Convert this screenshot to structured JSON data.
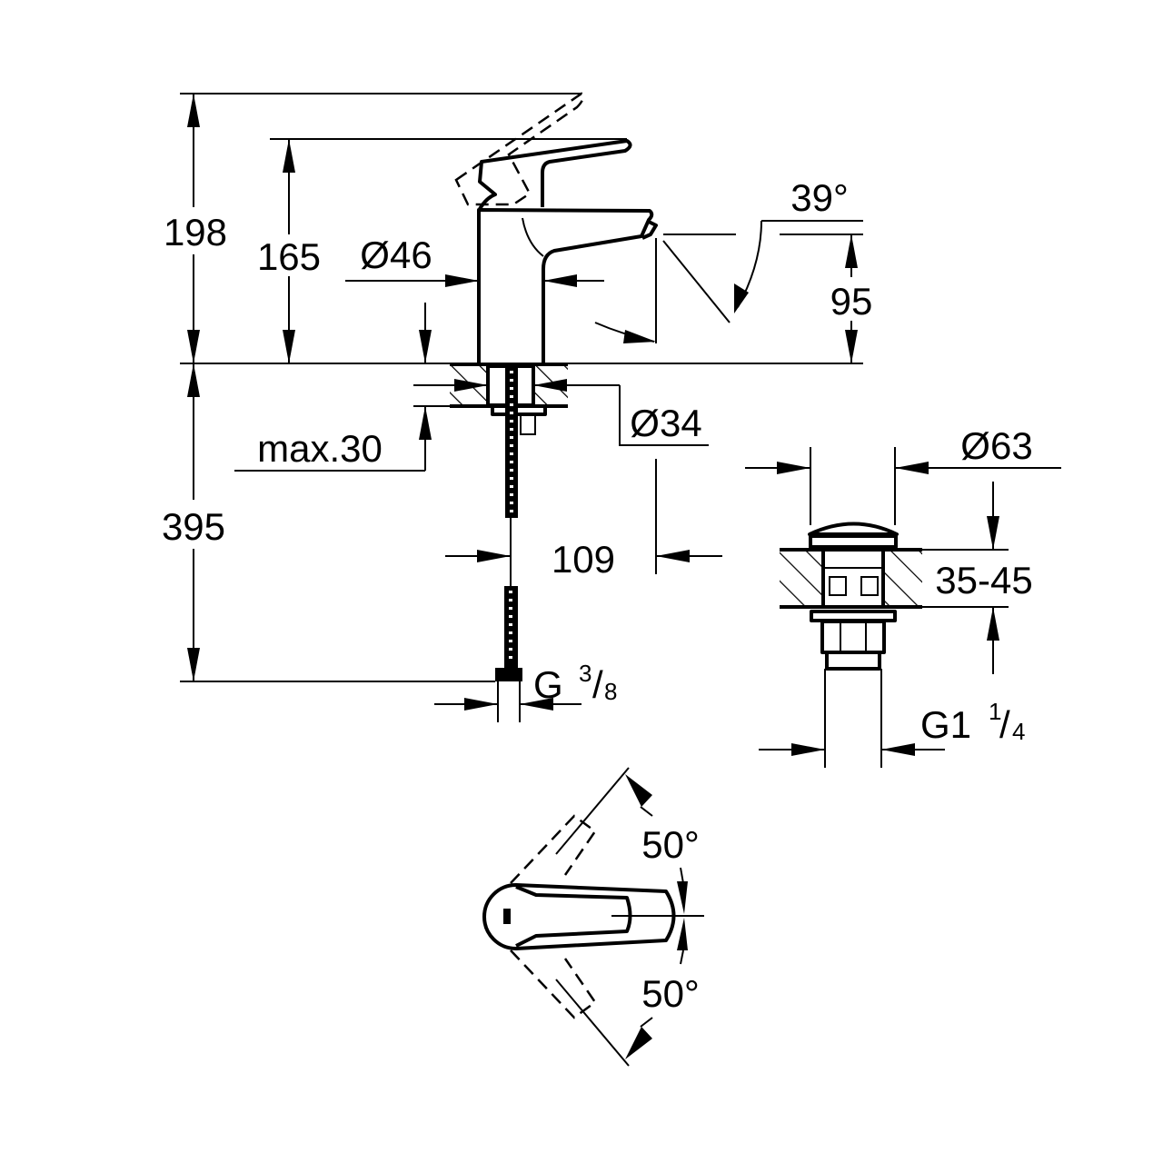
{
  "drawing": {
    "colors": {
      "line": "#000000",
      "background": "#ffffff"
    },
    "side_view": {
      "height_max": "198",
      "height_handle": "165",
      "body_diameter": "Ø46",
      "spout_angle": "39°",
      "spout_height": "95",
      "counter_thickness": "max.30",
      "hole_diameter": "Ø34",
      "hose_length": "395",
      "spout_reach": "109",
      "connection": {
        "main": "G",
        "num": "3",
        "slash": "/",
        "den": "8"
      }
    },
    "waste": {
      "cap_diameter": "Ø63",
      "counter_range": "35-45",
      "connection": {
        "main": "G1",
        "num": "1",
        "slash": "/",
        "den": "4"
      }
    },
    "top_view": {
      "angle_upper": "50°",
      "angle_lower": "50°"
    }
  }
}
